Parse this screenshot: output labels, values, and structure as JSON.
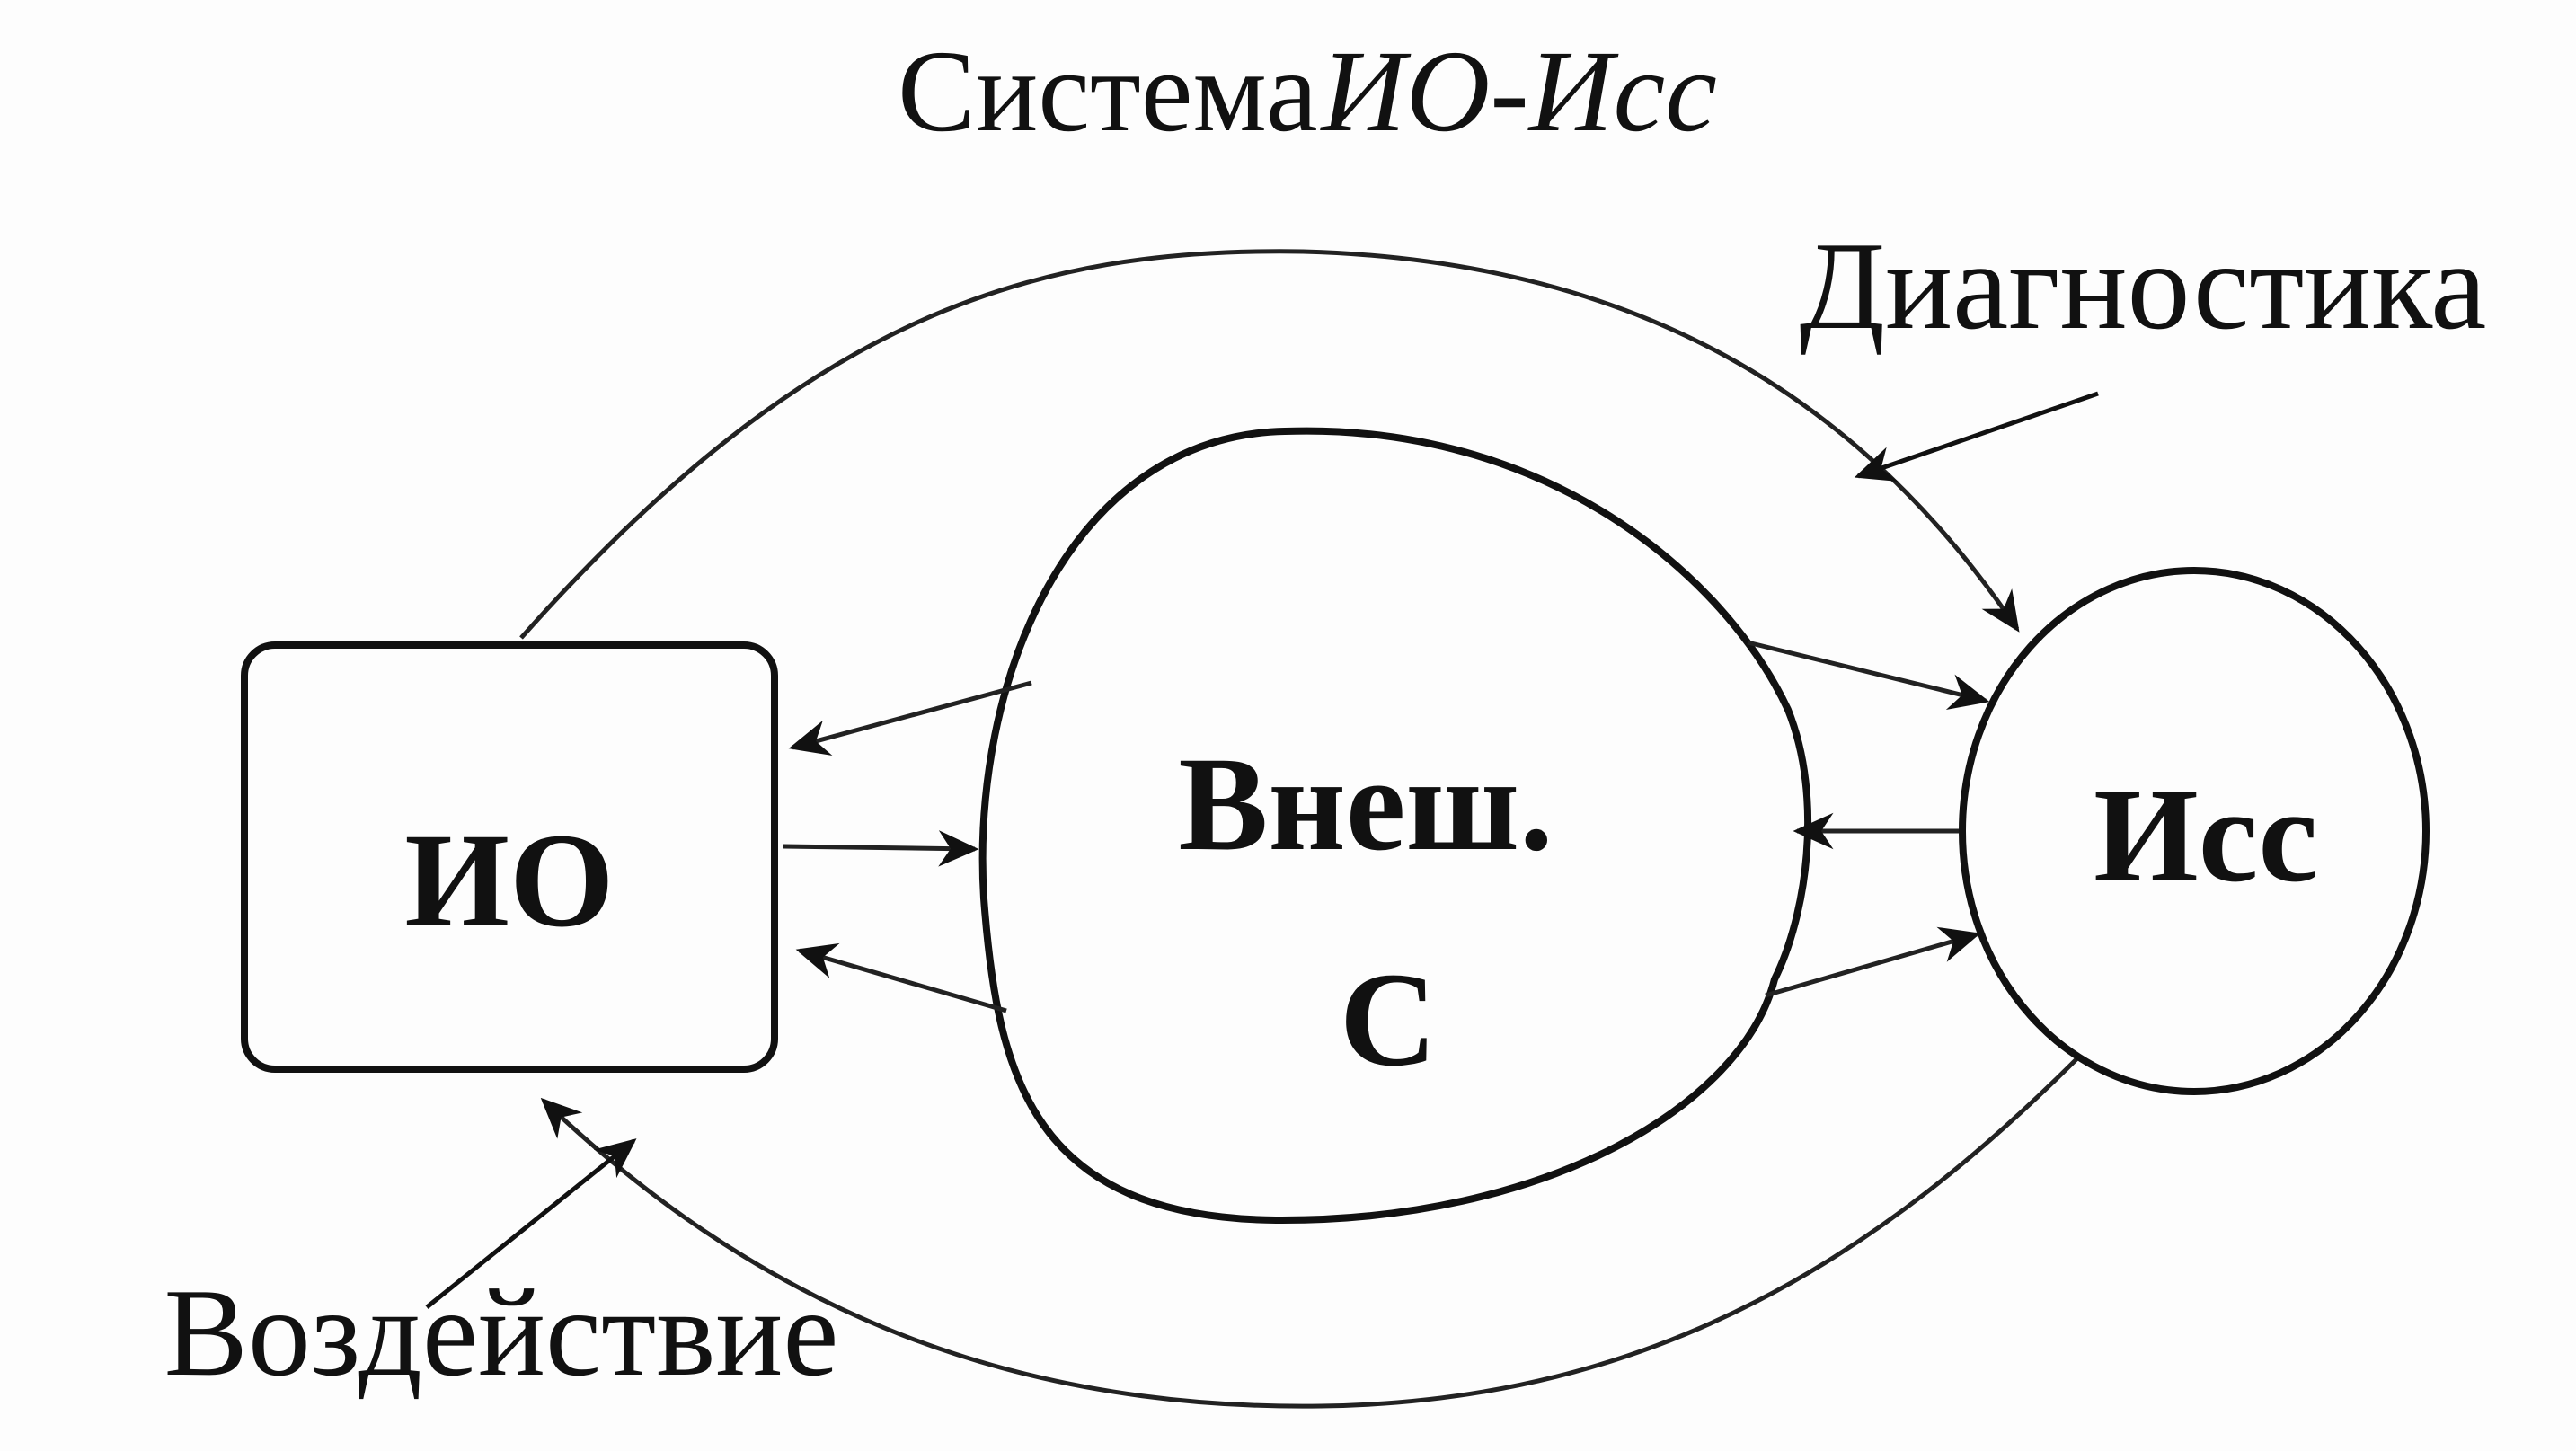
{
  "title": {
    "prefix": "Система",
    "system_name": "ИО-Исс"
  },
  "nodes": {
    "io": {
      "label": "ИО"
    },
    "external": {
      "label_line1": "Внеш.",
      "label_line2": "С"
    },
    "iss": {
      "label": "Исс"
    }
  },
  "annotations": {
    "diagnostics": "Диагностика",
    "influence": "Воздействие"
  }
}
